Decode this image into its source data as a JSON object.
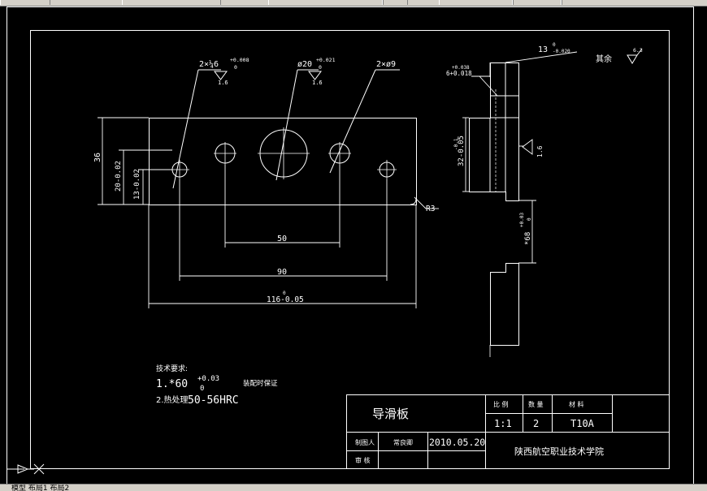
{
  "drawing": {
    "hole_callouts": {
      "left": "2×¼6",
      "left_tol": "+0.008",
      "left_tol_low": "0",
      "middle": "ø20",
      "middle_tol": "+0.021",
      "middle_tol_low": "0",
      "right": "2×ø9",
      "finish_16": "1.6"
    },
    "front_dims": {
      "height_total": "36",
      "height_mid": "20-0.02",
      "height_low": "13-0.02",
      "span_50": "50",
      "span_90": "90",
      "length": "116-0.05",
      "length_tol_top": "0",
      "radius": "R3"
    },
    "side_dims": {
      "thickness": "13",
      "thickness_tol": "0",
      "thickness_tol_low": "-0.020",
      "step": "6+0.018",
      "step_tol": "+0.038",
      "height": "32-0.05",
      "height_tol": "-0.1",
      "roughness": "1.6",
      "star": "*68",
      "star_tol_top": "+0.03",
      "star_tol_low": "0"
    },
    "rest_roughness": {
      "label": "其余",
      "value": "6.3"
    }
  },
  "tech_notes": {
    "heading": "技术要求:",
    "note1_prefix": "1.*60",
    "note1_tol_top": "+0.03",
    "note1_tol_low": "0",
    "note1_suffix": "装配时保证",
    "note2_prefix": "2.热处理",
    "note2_value": "50-56HRC"
  },
  "title_block": {
    "part_name": "导滑板",
    "col_scale": "比 例",
    "col_qty": "数 量",
    "col_material": "材 料",
    "scale": "1:1",
    "qty": "2",
    "material": "T10A",
    "drawn_by_label": "制图人",
    "drawn_by": "常良卿",
    "date": "2010.05.20",
    "checked_label": "审 核",
    "school": "陕西航空职业技术学院"
  },
  "status_bar": {
    "text": "模型 布局1 布局2"
  }
}
